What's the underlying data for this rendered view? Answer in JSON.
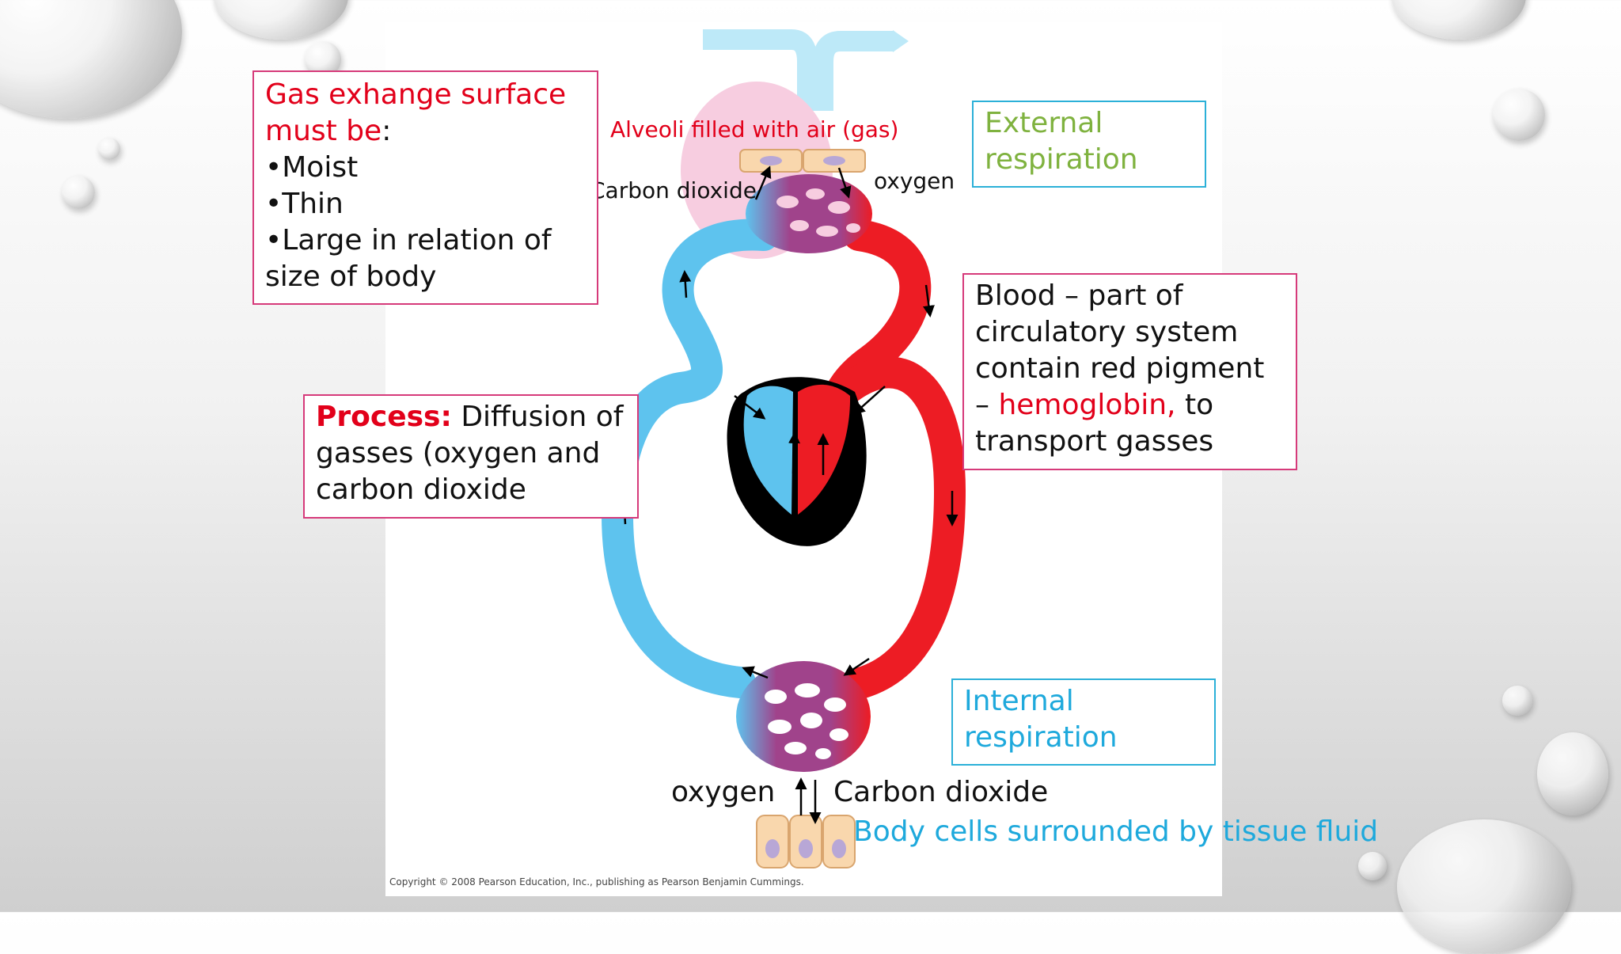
{
  "slide": {
    "gas_box": {
      "title_line1": "Gas exhange surface",
      "title_line2": "must be",
      "colon": ":",
      "items": [
        "•Moist",
        "•Thin",
        "•Large in relation of",
        "size of body"
      ]
    },
    "process_box": {
      "label": "Process:",
      "text1": " Diffusion of",
      "text2": "gasses (oxygen and",
      "text3": "carbon dioxide"
    },
    "blood_box": {
      "line1": "Blood – part of",
      "line2": "circulatory system",
      "line3": "contain red pigment",
      "line4_prefix": "– ",
      "line4_highlight": "hemoglobin,",
      "line4_suffix": " to",
      "line5": "transport gasses"
    },
    "external_box": {
      "line1": "External",
      "line2": "respiration"
    },
    "internal_box": {
      "line1": "Internal",
      "line2": "respiration"
    },
    "labels": {
      "alveoli": "Alveoli filled with air (gas)",
      "co2_top": "Carbon dioxide",
      "o2_top": "oxygen",
      "o2_bottom": "oxygen",
      "co2_bottom": "Carbon dioxide",
      "body_cells": "Body cells surrounded by tissue fluid",
      "copyright": "Copyright © 2008 Pearson Education, Inc., publishing as Pearson Benjamin Cummings."
    },
    "colors": {
      "red_text": "#e2001a",
      "green_text": "#7fb23f",
      "cyan_text": "#1ea9dc",
      "border_pink": "#d63a7a",
      "border_cyan": "#2bb0d8",
      "blood_red": "#ed1c24",
      "blood_blue": "#5ec3ee",
      "capillary": "#a0438b",
      "alveolus": "#f7cde0",
      "air": "#bde9f8",
      "cell": "#f9d7ad"
    }
  }
}
